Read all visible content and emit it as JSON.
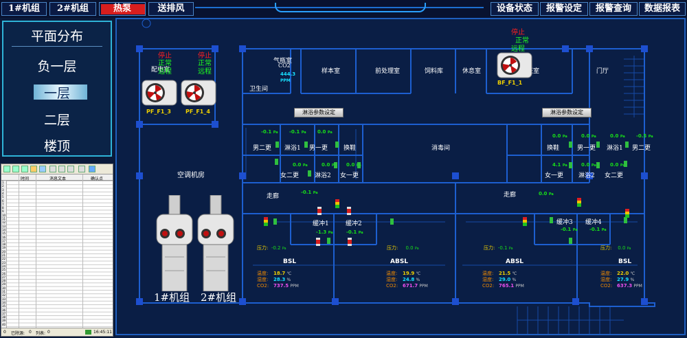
{
  "topbar": {
    "unit1": "1#机组",
    "unit2": "2#机组",
    "hot_pump": "热泵",
    "exhaust_fan": "送排风",
    "device_status": "设备状态",
    "alarm_settings": "报警设定",
    "alarm_query": "报警查询",
    "data_report": "数据报表"
  },
  "floor_menu": {
    "title": "平面分布",
    "items": [
      "负一层",
      "一层",
      "二层",
      "楼顶"
    ],
    "selected_index": 1
  },
  "alarm_grid": {
    "columns": [
      "时间",
      "消息文本",
      "确认点"
    ],
    "row_numbers": [
      "1",
      "2",
      "3",
      "4",
      "5",
      "6",
      "7",
      "8",
      "9",
      "10",
      "11",
      "12",
      "13",
      "14",
      "15",
      "16",
      "17",
      "18",
      "19",
      "20",
      "21",
      "22",
      "23",
      "24",
      "25",
      "26",
      "27",
      "28",
      "29",
      "30",
      "31",
      "32",
      "33",
      "34",
      "35",
      "36",
      "37",
      "38",
      "39",
      "40"
    ],
    "status_pending": "0",
    "status_confirmed_label": "已除源:",
    "status_confirmed": "0",
    "status_list_label": "列表:",
    "status_list": "0",
    "time": "16:45:11"
  },
  "rooms": {
    "elec": "配电室",
    "toilet": "卫生间",
    "gas": "气瓶室",
    "co2_label": "CO2",
    "co2_value": "444.3",
    "co2_unit": "PPM",
    "sample": "样本室",
    "pretreat": "前处理室",
    "feed": "饲料库",
    "rest": "休息室",
    "watch": "值班室",
    "lobby": "门厅",
    "ac_room": "空调机房",
    "disinfect": "消毒间",
    "corridor_l": "走廊",
    "corridor_r": "走廊",
    "m2_change_l": "男二更",
    "shower1_l": "淋浴1",
    "m1_change_l": "男一更",
    "shoe_l": "换鞋",
    "f2_change_l": "女二更",
    "shower2_l": "淋浴2",
    "f1_change_l": "女一更",
    "shoe_r": "换鞋",
    "m1_change_r": "男一更",
    "shower1_r": "淋浴1",
    "m2_change_r": "男二更",
    "f1_change_r": "女一更",
    "shower2_r": "淋浴2",
    "f2_change_r": "女二更",
    "buffer1": "缓冲1",
    "buffer2": "缓冲2",
    "buffer3": "缓冲3",
    "buffer4": "缓冲4"
  },
  "buttons": {
    "shower_param_l": "淋浴参数设定",
    "shower_param_r": "淋浴参数设定"
  },
  "fans": [
    {
      "id": "PF_F1_3",
      "states": [
        "停止",
        "正常",
        "远程"
      ]
    },
    {
      "id": "PF_F1_4",
      "states": [
        "停止",
        "正常",
        "远程"
      ]
    },
    {
      "id": "BF_F1_1",
      "states": [
        "停止",
        "正常",
        "远程"
      ]
    }
  ],
  "ahus": {
    "unit1_label": "1#机组",
    "unit2_label": "2#机组"
  },
  "pressure_unit": "Pa",
  "pressures": {
    "l_m2": "-0.1",
    "l_sh1": "-0.1",
    "l_m1": "0.0",
    "l_f2": "0.0",
    "l_sh2": "0.0",
    "l_f1": "0.0",
    "l_corr": "-0.1",
    "buf1": "-1.3",
    "buf2": "-0.1",
    "r_shoe": "0.0",
    "r_m1": "0.0",
    "r_sh1": "0.0",
    "r_m2": "-0.5",
    "r_f1": "4.1",
    "r_sh2": "0.0",
    "r_f2": "0.0",
    "r_corr": "0.0",
    "buf3": "-0.1",
    "buf4": "-0.1"
  },
  "labs": [
    {
      "name": "BSL",
      "pressure_label": "压力:",
      "pressure": "-0.2",
      "temp_label": "温度:",
      "temp": "18.7",
      "temp_unit": "℃",
      "hum_label": "湿度:",
      "hum": "28.3",
      "hum_unit": "%",
      "co2_label": "CO2:",
      "co2": "737.5",
      "co2_unit": "PPM"
    },
    {
      "name": "ABSL",
      "pressure_label": "压力:",
      "pressure": "0.0",
      "temp_label": "温度:",
      "temp": "19.9",
      "temp_unit": "℃",
      "hum_label": "湿度:",
      "hum": "24.8",
      "hum_unit": "%",
      "co2_label": "CO2:",
      "co2": "671.7",
      "co2_unit": "PPM"
    },
    {
      "name": "ABSL",
      "pressure_label": "压力:",
      "pressure": "-0.1",
      "temp_label": "温度:",
      "temp": "21.5",
      "temp_unit": "℃",
      "hum_label": "湿度:",
      "hum": "29.0",
      "hum_unit": "%",
      "co2_label": "CO2:",
      "co2": "765.1",
      "co2_unit": "PPM"
    },
    {
      "name": "BSL",
      "pressure_label": "压力:",
      "pressure": "0.0",
      "temp_label": "温度:",
      "temp": "22.0",
      "temp_unit": "℃",
      "hum_label": "湿度:",
      "hum": "27.9",
      "hum_unit": "%",
      "co2_label": "CO2:",
      "co2": "637.3",
      "co2_unit": "PPM"
    }
  ],
  "colors": {
    "background": "#0a1e45",
    "wall": "#1d5fd0",
    "status_stop": "#ff2020",
    "status_ok": "#20ff20",
    "pressure_text": "#18e018",
    "fan_label": "#f0d000"
  }
}
